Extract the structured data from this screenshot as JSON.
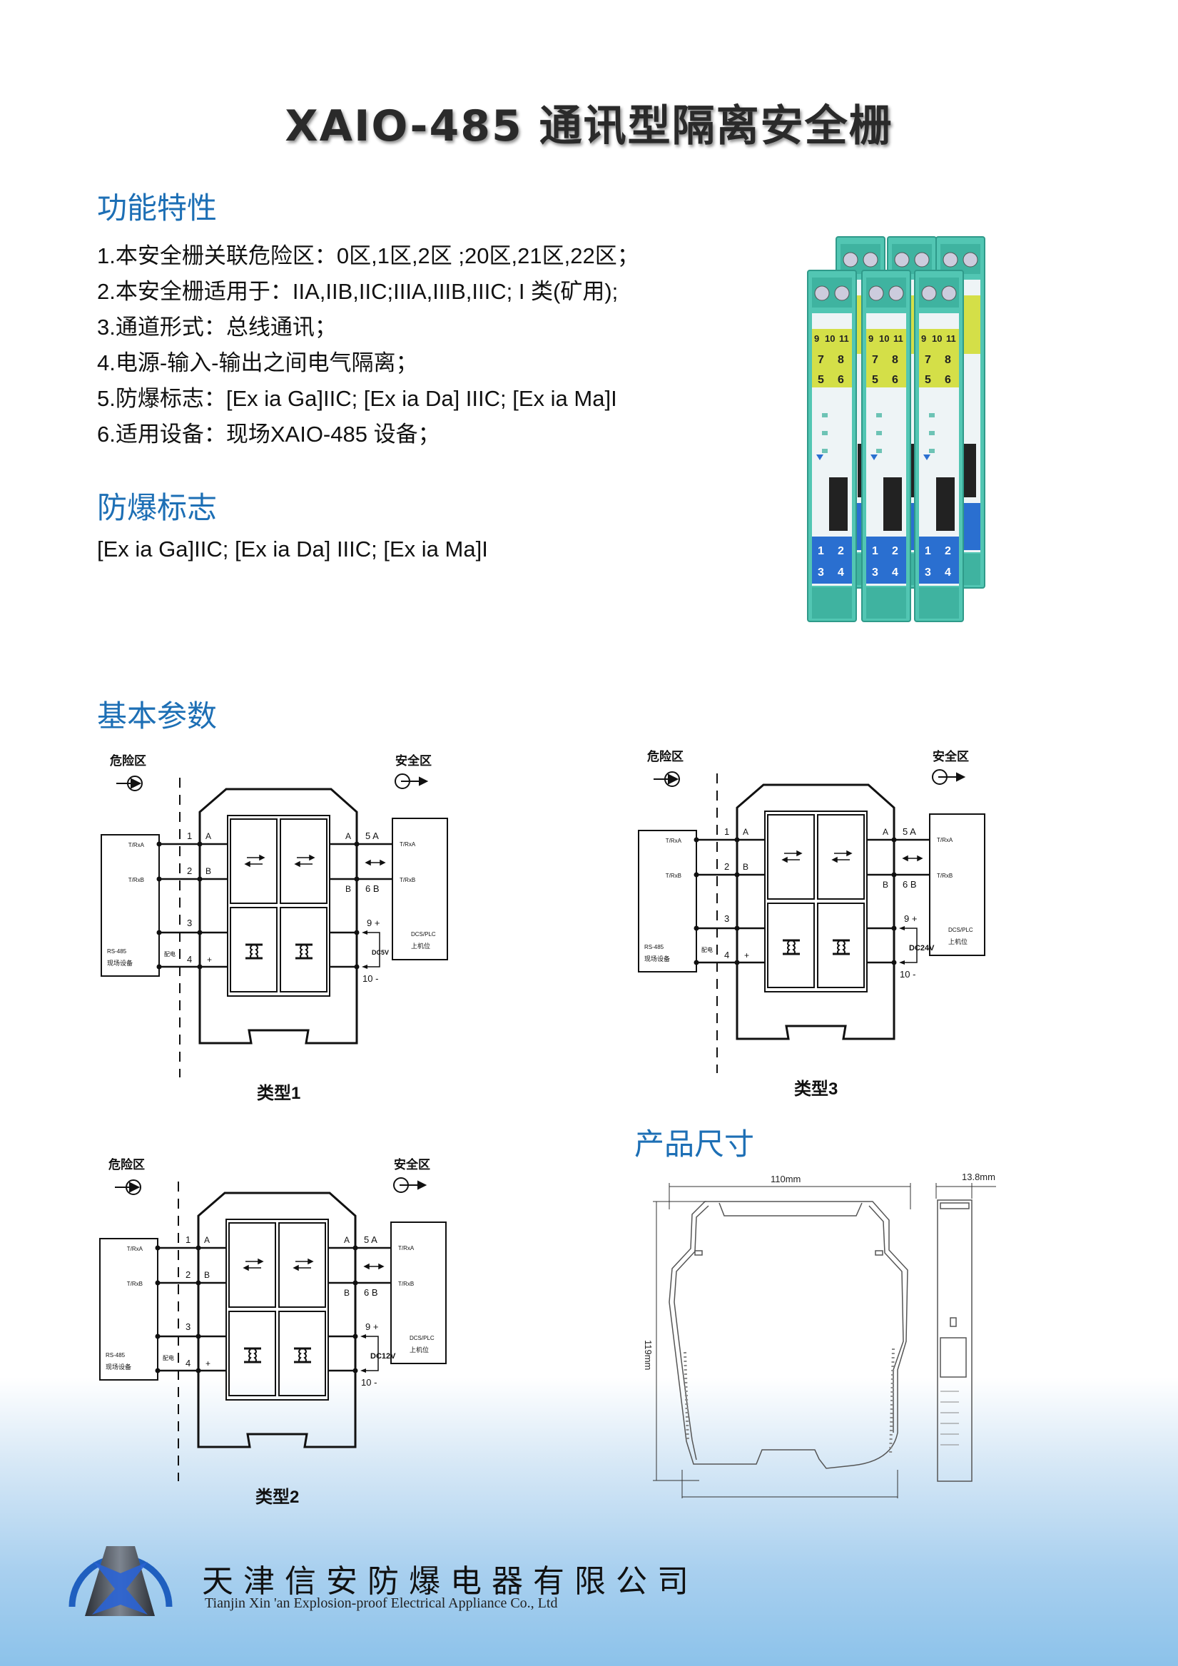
{
  "title": "XAIO-485 通讯型隔离安全栅",
  "sections": {
    "features_heading": "功能特性",
    "marking_heading": "防爆标志",
    "params_heading": "基本参数",
    "dimensions_heading": "产品尺寸"
  },
  "features": [
    "1.本安全栅关联危险区：0区,1区,2区 ;20区,21区,22区；",
    "2.本安全栅适用于：IIA,IIB,IIC;IIIA,IIIB,IIIC; I 类(矿用);",
    "3.通道形式：总线通讯；",
    "4.电源-输入-输出之间电气隔离；",
    "5.防爆标志：[Ex ia Ga]IIC; [Ex ia Da] IIIC; [Ex ia Ma]I",
    "6.适用设备：现场XAIO-485 设备；"
  ],
  "marking": "[Ex ia Ga]IIC; [Ex ia Da] IIIC; [Ex ia Ma]I",
  "diagrams": [
    {
      "caption": "类型1",
      "danger": "危险区",
      "safe": "安全区",
      "l_txa": "T/RxA",
      "l_txb": "T/RxB",
      "dev1": "RS-485",
      "dev2": "现场设备",
      "peidian": "配电",
      "t1": "1",
      "t2": "2",
      "t3": "3",
      "t4": "4",
      "a": "A",
      "b": "B",
      "plus": "+",
      "ra": "A",
      "rb": "B",
      "t5": "5 A",
      "t6": "6 B",
      "t9": "9 +",
      "t10": "10 -",
      "dc": "DC5V",
      "r_txa": "T/RxA",
      "r_txb": "T/RxB",
      "host1": "DCS/PLC",
      "host2": "上机位"
    },
    {
      "caption": "类型3",
      "danger": "危险区",
      "safe": "安全区",
      "l_txa": "T/RxA",
      "l_txb": "T/RxB",
      "dev1": "RS-485",
      "dev2": "现场设备",
      "peidian": "配电",
      "t1": "1",
      "t2": "2",
      "t3": "3",
      "t4": "4",
      "a": "A",
      "b": "B",
      "plus": "+",
      "ra": "A",
      "rb": "B",
      "t5": "5 A",
      "t6": "6 B",
      "t9": "9 +",
      "t10": "10 -",
      "dc": "DC24V",
      "r_txa": "T/RxA",
      "r_txb": "T/RxB",
      "host1": "DCS/PLC",
      "host2": "上机位"
    },
    {
      "caption": "类型2",
      "danger": "危险区",
      "safe": "安全区",
      "l_txa": "T/RxA",
      "l_txb": "T/RxB",
      "dev1": "RS-485",
      "dev2": "现场设备",
      "peidian": "配电",
      "t1": "1",
      "t2": "2",
      "t3": "3",
      "t4": "4",
      "a": "A",
      "b": "B",
      "plus": "+",
      "ra": "A",
      "rb": "B",
      "t5": "5 A",
      "t6": "6 B",
      "t9": "9 +",
      "t10": "10 -",
      "dc": "DC12V",
      "r_txa": "T/RxA",
      "r_txb": "T/RxB",
      "host1": "DCS/PLC",
      "host2": "上机位"
    }
  ],
  "dimensions": {
    "width": "110mm",
    "height": "119mm",
    "depth": "13.8mm"
  },
  "product_terminals": {
    "top": [
      "9",
      "10",
      "11",
      "7",
      "8",
      "5",
      "6"
    ],
    "bottom": [
      "1",
      "2",
      "3",
      "4"
    ]
  },
  "company": {
    "name_cn": "天津信安防爆电器有限公司",
    "name_en": "Tianjin Xin 'an Explosion-proof Electrical Appliance Co., Ltd"
  },
  "colors": {
    "heading": "#1d6fb5",
    "module_teal": "#52c6b3",
    "terminal_yellow": "#d4df48",
    "terminal_blue": "#2a6fd0"
  }
}
